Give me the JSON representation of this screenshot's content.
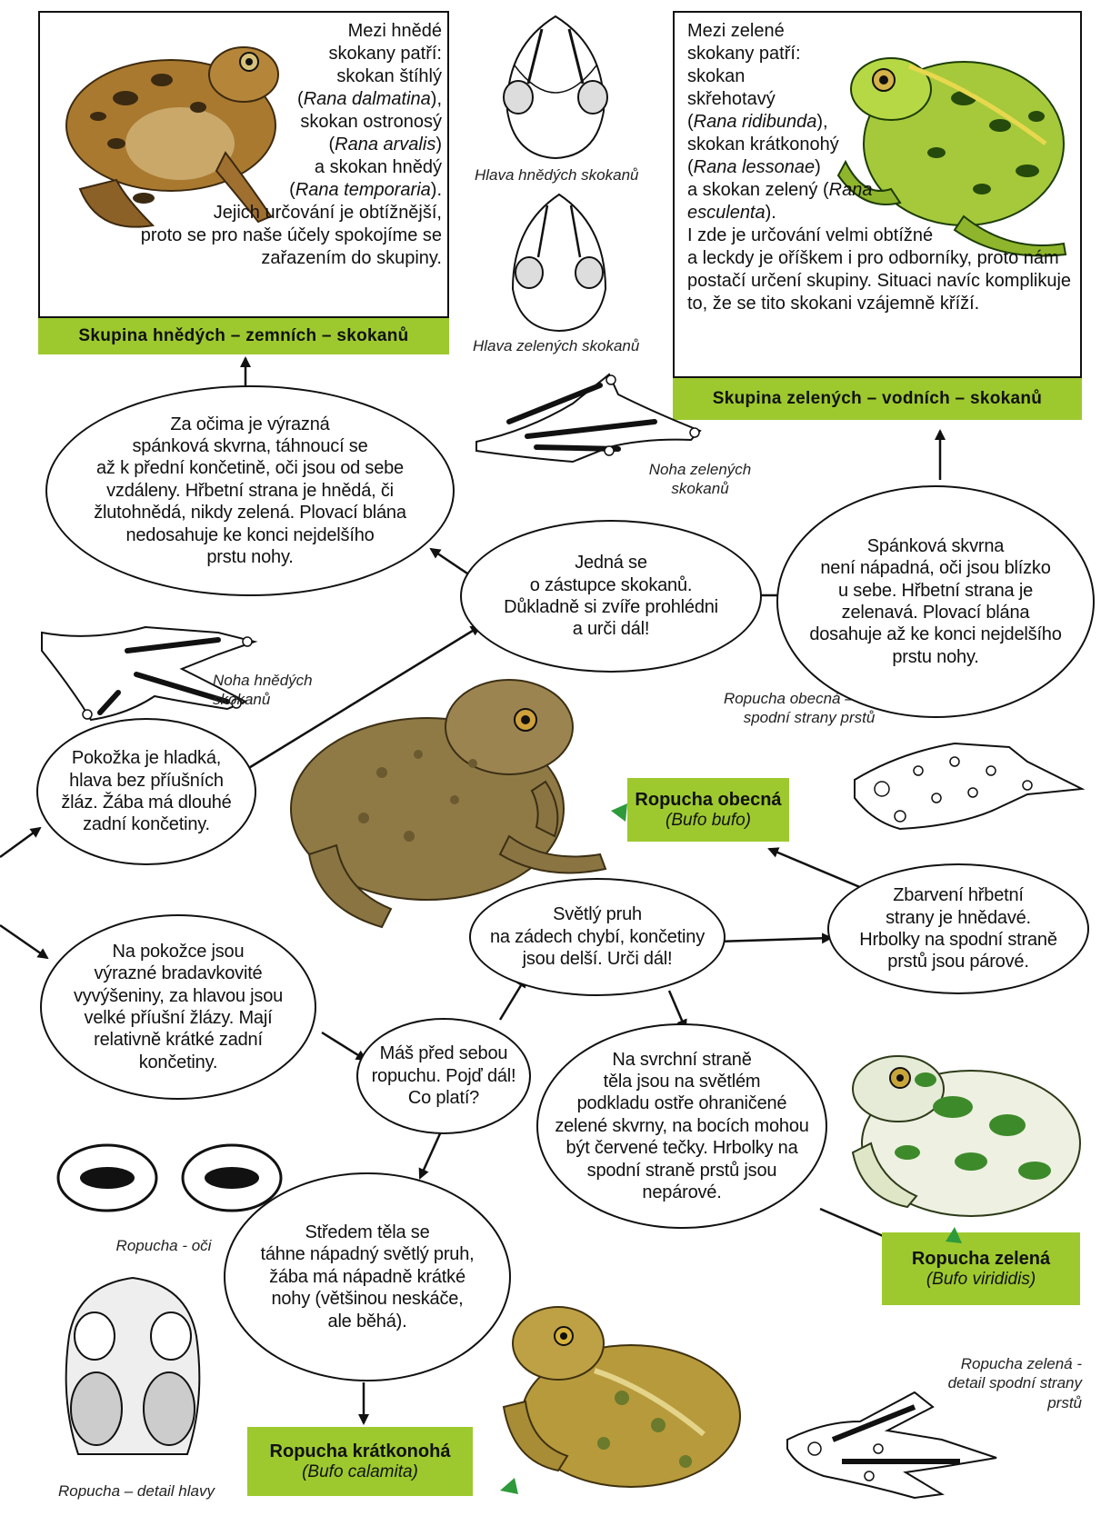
{
  "brown_box": {
    "lines": [
      {
        "parts": [
          {
            "t": "Mezi hnědé"
          }
        ]
      },
      {
        "parts": [
          {
            "t": "skokany patří:"
          }
        ]
      },
      {
        "parts": [
          {
            "t": "skokan štíhlý"
          }
        ]
      },
      {
        "parts": [
          {
            "t": "("
          },
          {
            "t": "Rana dalmatina",
            "i": true
          },
          {
            "t": "),"
          }
        ]
      },
      {
        "parts": [
          {
            "t": "skokan ostronosý"
          }
        ]
      },
      {
        "parts": [
          {
            "t": "("
          },
          {
            "t": "Rana arvalis",
            "i": true
          },
          {
            "t": ")"
          }
        ]
      },
      {
        "parts": [
          {
            "t": "a skokan hnědý"
          }
        ]
      },
      {
        "parts": [
          {
            "t": "("
          },
          {
            "t": "Rana temporaria",
            "i": true
          },
          {
            "t": ")."
          }
        ]
      },
      {
        "parts": [
          {
            "t": "Jejich určování je obtížnější,"
          }
        ]
      },
      {
        "parts": [
          {
            "t": "proto se pro naše účely spokojíme se"
          }
        ]
      },
      {
        "parts": [
          {
            "t": "zařazením do skupiny."
          }
        ]
      }
    ]
  },
  "green_box": {
    "lines": [
      {
        "parts": [
          {
            "t": "Mezi zelené"
          }
        ]
      },
      {
        "parts": [
          {
            "t": "skokany patří:"
          }
        ]
      },
      {
        "parts": [
          {
            "t": "skokan"
          }
        ]
      },
      {
        "parts": [
          {
            "t": "skřehotavý"
          }
        ]
      },
      {
        "parts": [
          {
            "t": "("
          },
          {
            "t": "Rana ridibunda",
            "i": true
          },
          {
            "t": "),"
          }
        ]
      },
      {
        "parts": [
          {
            "t": "skokan krátkonohý"
          }
        ]
      },
      {
        "parts": [
          {
            "t": "("
          },
          {
            "t": "Rana lessonae",
            "i": true
          },
          {
            "t": ")"
          }
        ]
      },
      {
        "parts": [
          {
            "t": "a skokan zelený ("
          },
          {
            "t": "Rana",
            "i": true
          }
        ]
      },
      {
        "parts": [
          {
            "t": "esculenta",
            "i": true
          },
          {
            "t": ")."
          }
        ]
      },
      {
        "parts": [
          {
            "t": "I zde je určování velmi obtížné"
          }
        ]
      },
      {
        "parts": [
          {
            "t": "a leckdy je oříškem i pro odborníky, proto nám"
          }
        ]
      },
      {
        "parts": [
          {
            "t": "postačí určení skupiny. Situaci navíc komplikuje"
          }
        ]
      },
      {
        "parts": [
          {
            "t": "to, že se tito skokani vzájemně kříží."
          }
        ]
      }
    ]
  },
  "labels": {
    "brown_group": "Skupina hnědých – zemních – skokanů",
    "green_group": "Skupina zelených – vodních –  skokanů"
  },
  "nodes": {
    "brown_desc": "Za očima je výrazná\nspánková skvrna, táhnoucí se\naž k přední končetině, oči jsou od sebe\nvzdáleny. Hřbetní strana je hnědá, či\nžlutohnědá, nikdy zelená. Plovací blána\nnedosahuje ke konci nejdelšího\nprstu nohy.",
    "frog_center": "Jedná se\no zástupce skokanů.\nDůkladně si zvíře prohlédni\na urči dál!",
    "green_desc": "Spánková skvrna\nnení nápadná, oči jsou blízko\nu sebe. Hřbetní strana je\nzelenavá. Plovací blána\ndosahuje až ke konci nejdelšího\nprstu nohy.",
    "smooth": "Pokožka je hladká,\nhlava bez příušních\nžláz. Žába má dlouhé\nzadní končetiny.",
    "warty": "Na pokožce jsou\nvýrazné bradavkovité\nvyvýšeniny, za hlavou jsou\nvelké příušní žlázy. Mají\nrelativně krátké zadní\nkončetiny.",
    "toad": "Máš před sebou\nropuchu. Pojď dál!\nCo platí?",
    "no_stripe": "Světlý pruh\nna zádech chybí, končetiny\njsou delší. Urči dál!",
    "brownish": "Zbarvení hřbetní\nstrany je hnědavé.\nHrbolky na spodní straně\nprstů jsou párové.",
    "spots": "Na svrchní straně\ntěla jsou na světlém\npodkladu ostře ohraničené\nzelené skvrny,  na bocích mohou\nbýt červené tečky. Hrbolky na\nspodní straně prstů jsou\nnepárové.",
    "stripe": "Středem těla se\ntáhne nápadný světlý pruh,\nžába má nápadně krátké\nnohy (většinou neskáče,\nale běhá)."
  },
  "species": {
    "obecna": {
      "name": "Ropucha obecná",
      "latin": "(Bufo bufo)"
    },
    "zelena": {
      "name": "Ropucha zelená",
      "latin": "(Bufo virididis)"
    },
    "kratkonoha": {
      "name": "Ropucha krátkonohá",
      "latin": "(Bufo calamita)"
    }
  },
  "captions": {
    "head_brown": "Hlava hnědých skokanů",
    "head_green": "Hlava zelených skokanů",
    "foot_green": "Noha zelených\nskokanů",
    "foot_brown": "Noha hnědých\nskokanů",
    "toad_obecna_detail": "Ropucha obecná – detail\nspodní strany prstů",
    "toad_eyes": "Ropucha - oči",
    "toad_head": "Ropucha – detail hlavy",
    "toad_zelena_detail": "Ropucha zelená -\ndetail spodní strany\nprstů"
  },
  "colors": {
    "accent_green": "#9dc92f",
    "line": "#111111"
  }
}
